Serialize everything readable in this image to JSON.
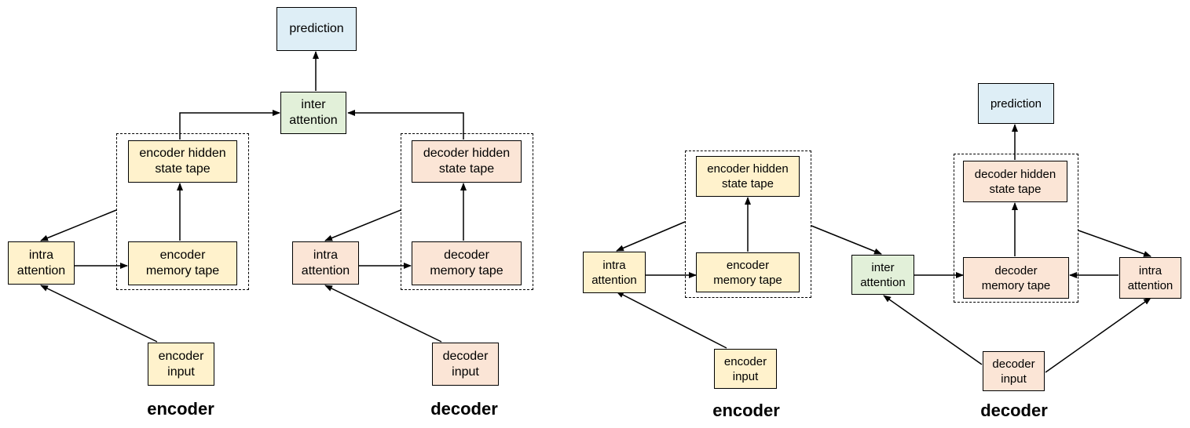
{
  "left": {
    "prediction": "prediction",
    "inter_attention": "inter\nattention",
    "encoder_hidden_state_tape": "encoder hidden\nstate tape",
    "encoder_memory_tape": "encoder\nmemory tape",
    "encoder_intra_attention": "intra\nattention",
    "encoder_input": "encoder\ninput",
    "decoder_hidden_state_tape": "decoder hidden\nstate tape",
    "decoder_memory_tape": "decoder\nmemory tape",
    "decoder_intra_attention": "intra\nattention",
    "decoder_input": "decoder\ninput",
    "encoder_caption": "encoder",
    "decoder_caption": "decoder"
  },
  "right": {
    "encoder_hidden_state_tape": "encoder hidden\nstate tape",
    "encoder_memory_tape": "encoder\nmemory tape",
    "encoder_intra_attention": "intra\nattention",
    "encoder_input": "encoder\ninput",
    "inter_attention": "inter\nattention",
    "prediction": "prediction",
    "decoder_hidden_state_tape": "decoder hidden\nstate tape",
    "decoder_memory_tape": "decoder\nmemory tape",
    "decoder_intra_attention": "intra\nattention",
    "decoder_input": "decoder\ninput",
    "encoder_caption": "encoder",
    "decoder_caption": "decoder"
  },
  "colors": {
    "encoder": "#fff2cc",
    "decoder": "#fbe5d6",
    "inter_attention": "#e2f0d9",
    "prediction": "#deeef6"
  }
}
